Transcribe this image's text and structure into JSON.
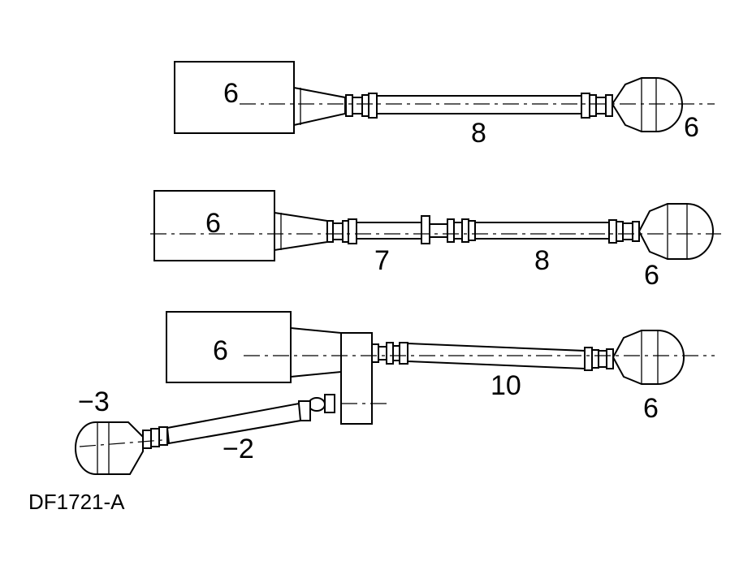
{
  "diagram": {
    "code": "DF1721-A",
    "row1": {
      "engine": "6",
      "shaft": "8",
      "axle": "6"
    },
    "row2": {
      "engine": "6",
      "shaft1": "7",
      "shaft2": "8",
      "axle": "6"
    },
    "row3": {
      "engine": "6",
      "shaft": "10",
      "axle": "6",
      "front_shaft": "−2",
      "front_axle": "−3"
    }
  }
}
